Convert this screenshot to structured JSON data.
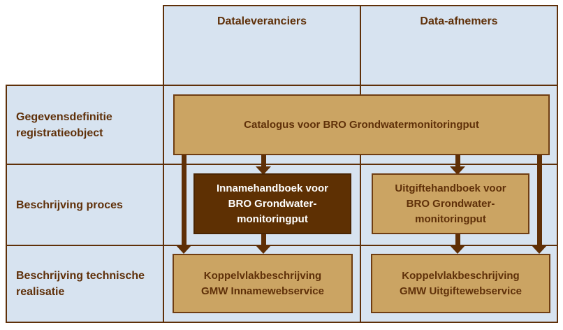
{
  "colors": {
    "cell_background": "#D7E3F0",
    "cell_border": "#5F3009",
    "box_background": "#CBA463",
    "box_border": "#6F3D12",
    "box_text": "#5F3009",
    "dark_box_background": "#5E3003",
    "dark_box_text": "#FFFFFF",
    "arrow": "#5F2F06",
    "label_text": "#5F3009"
  },
  "header": {
    "columns": [
      {
        "label": "Dataleveranciers"
      },
      {
        "label": "Data-afnemers"
      }
    ]
  },
  "row_labels": {
    "row1": {
      "lines": [
        "Gegevensdefinitie",
        "registratieobject"
      ]
    },
    "row2": {
      "lines": [
        "Beschrijving proces"
      ]
    },
    "row3": {
      "lines": [
        "Beschrijving technische",
        "realisatie"
      ]
    }
  },
  "boxes": {
    "catalog": {
      "lines": [
        "Catalogus voor BRO Grondwatermonitoringput"
      ]
    },
    "inname_handboek": {
      "lines": [
        "Innamehandboek voor",
        "BRO Grondwater-",
        "monitoringput"
      ]
    },
    "uitgifte_handboek": {
      "lines": [
        "Uitgiftehandboek voor",
        "BRO Grondwater-",
        "monitoringput"
      ]
    },
    "koppelvlak_inname": {
      "lines": [
        "Koppelvlakbeschrijving",
        "GMW Innamewebservice"
      ]
    },
    "koppelvlak_uitgifte": {
      "lines": [
        "Koppelvlakbeschrijving",
        "GMW Uitgiftewebservice"
      ]
    }
  }
}
